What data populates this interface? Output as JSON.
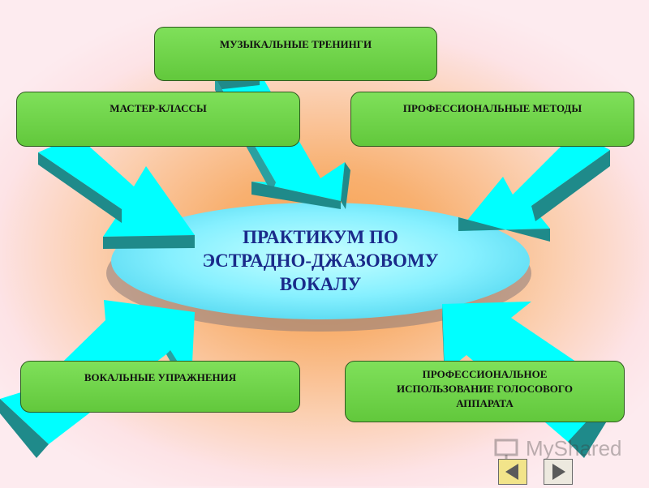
{
  "slide": {
    "center_lines": [
      "ПРАКТИКУМ ПО",
      "ЭСТРАДНО-ДЖАЗОВОМУ",
      "ВОКАЛУ"
    ],
    "boxes": {
      "music_trainings": [
        "МУЗЫКАЛЬНЫЕ  ТРЕНИНГИ"
      ],
      "master_classes": [
        "МАСТЕР-КЛАССЫ"
      ],
      "professional_methods": [
        "ПРОФЕССИОНАЛЬНЫЕ  МЕТОДЫ"
      ],
      "vocal_exercises": [
        "ВОКАЛЬНЫЕ  УПРАЖНЕНИЯ"
      ],
      "voice_apparatus": [
        "ПРОФЕССИОНАЛЬНОЕ",
        "ИСПОЛЬЗОВАНИЕ  ГОЛОСОВОГО",
        "АППАРАТА"
      ]
    },
    "colors": {
      "box_fill": "#66cc3f",
      "arrow_face": "#00ffff",
      "arrow_side": "#1f8a8a",
      "ellipse_fill": "#7fefff",
      "title_color": "#1a2a8a"
    }
  },
  "watermark": {
    "text": "MyShared"
  },
  "navigation": {
    "prev_icon": "triangle-left-icon",
    "next_icon": "triangle-right-icon"
  }
}
